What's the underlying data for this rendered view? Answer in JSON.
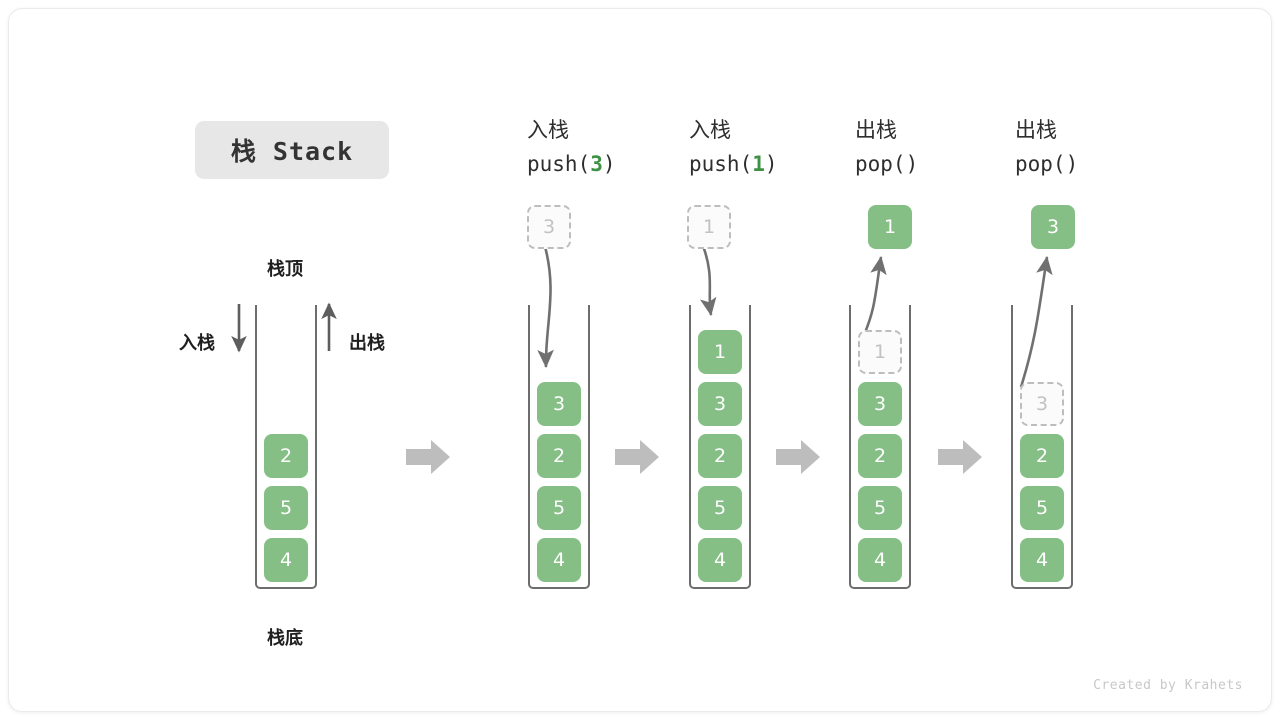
{
  "card": {
    "title_badge": "栈 Stack",
    "footer": "Created by Krahets"
  },
  "palette": {
    "element_green": "#86bf86",
    "accent_green": "#3f9143",
    "ghost_border": "#bdbdbd",
    "ghost_text": "#c2c2c2",
    "container_stroke": "#6d6d6d",
    "flow_arrow": "#bdbdbd",
    "badge_bg": "#e7e7e7"
  },
  "base_stack": {
    "top_label": "栈顶",
    "bottom_label": "栈底",
    "push_label": "入栈",
    "pop_label": "出栈",
    "push_arrow_icon": "arrow-down-icon",
    "pop_arrow_icon": "arrow-up-icon",
    "elements": [
      "2",
      "5",
      "4"
    ]
  },
  "steps": [
    {
      "id": "push-3",
      "op_cjk": "入栈",
      "op_code_prefix": "push(",
      "op_code_arg": "3",
      "op_code_suffix": ")",
      "incoming": {
        "value": "3",
        "style": "ghost"
      },
      "elements": [
        "3",
        "2",
        "5",
        "4"
      ],
      "motion": "down"
    },
    {
      "id": "push-1",
      "op_cjk": "入栈",
      "op_code_prefix": "push(",
      "op_code_arg": "1",
      "op_code_suffix": ")",
      "incoming": {
        "value": "1",
        "style": "ghost"
      },
      "elements": [
        "1",
        "3",
        "2",
        "5",
        "4"
      ],
      "motion": "down"
    },
    {
      "id": "pop-1",
      "op_cjk": "出栈",
      "op_code_prefix": "pop(",
      "op_code_arg": "",
      "op_code_suffix": ")",
      "outgoing": {
        "value": "1",
        "style": "solid"
      },
      "elements": [
        "1",
        "3",
        "2",
        "5",
        "4"
      ],
      "ghost_index": 0,
      "motion": "up"
    },
    {
      "id": "pop-3",
      "op_cjk": "出栈",
      "op_code_prefix": "pop(",
      "op_code_arg": "",
      "op_code_suffix": ")",
      "outgoing": {
        "value": "3",
        "style": "solid"
      },
      "elements": [
        "3",
        "2",
        "5",
        "4"
      ],
      "ghost_index": 0,
      "motion": "up"
    }
  ],
  "flow_arrows": [
    {
      "name": "flow-arrow-1"
    },
    {
      "name": "flow-arrow-2"
    },
    {
      "name": "flow-arrow-3"
    },
    {
      "name": "flow-arrow-4"
    }
  ]
}
